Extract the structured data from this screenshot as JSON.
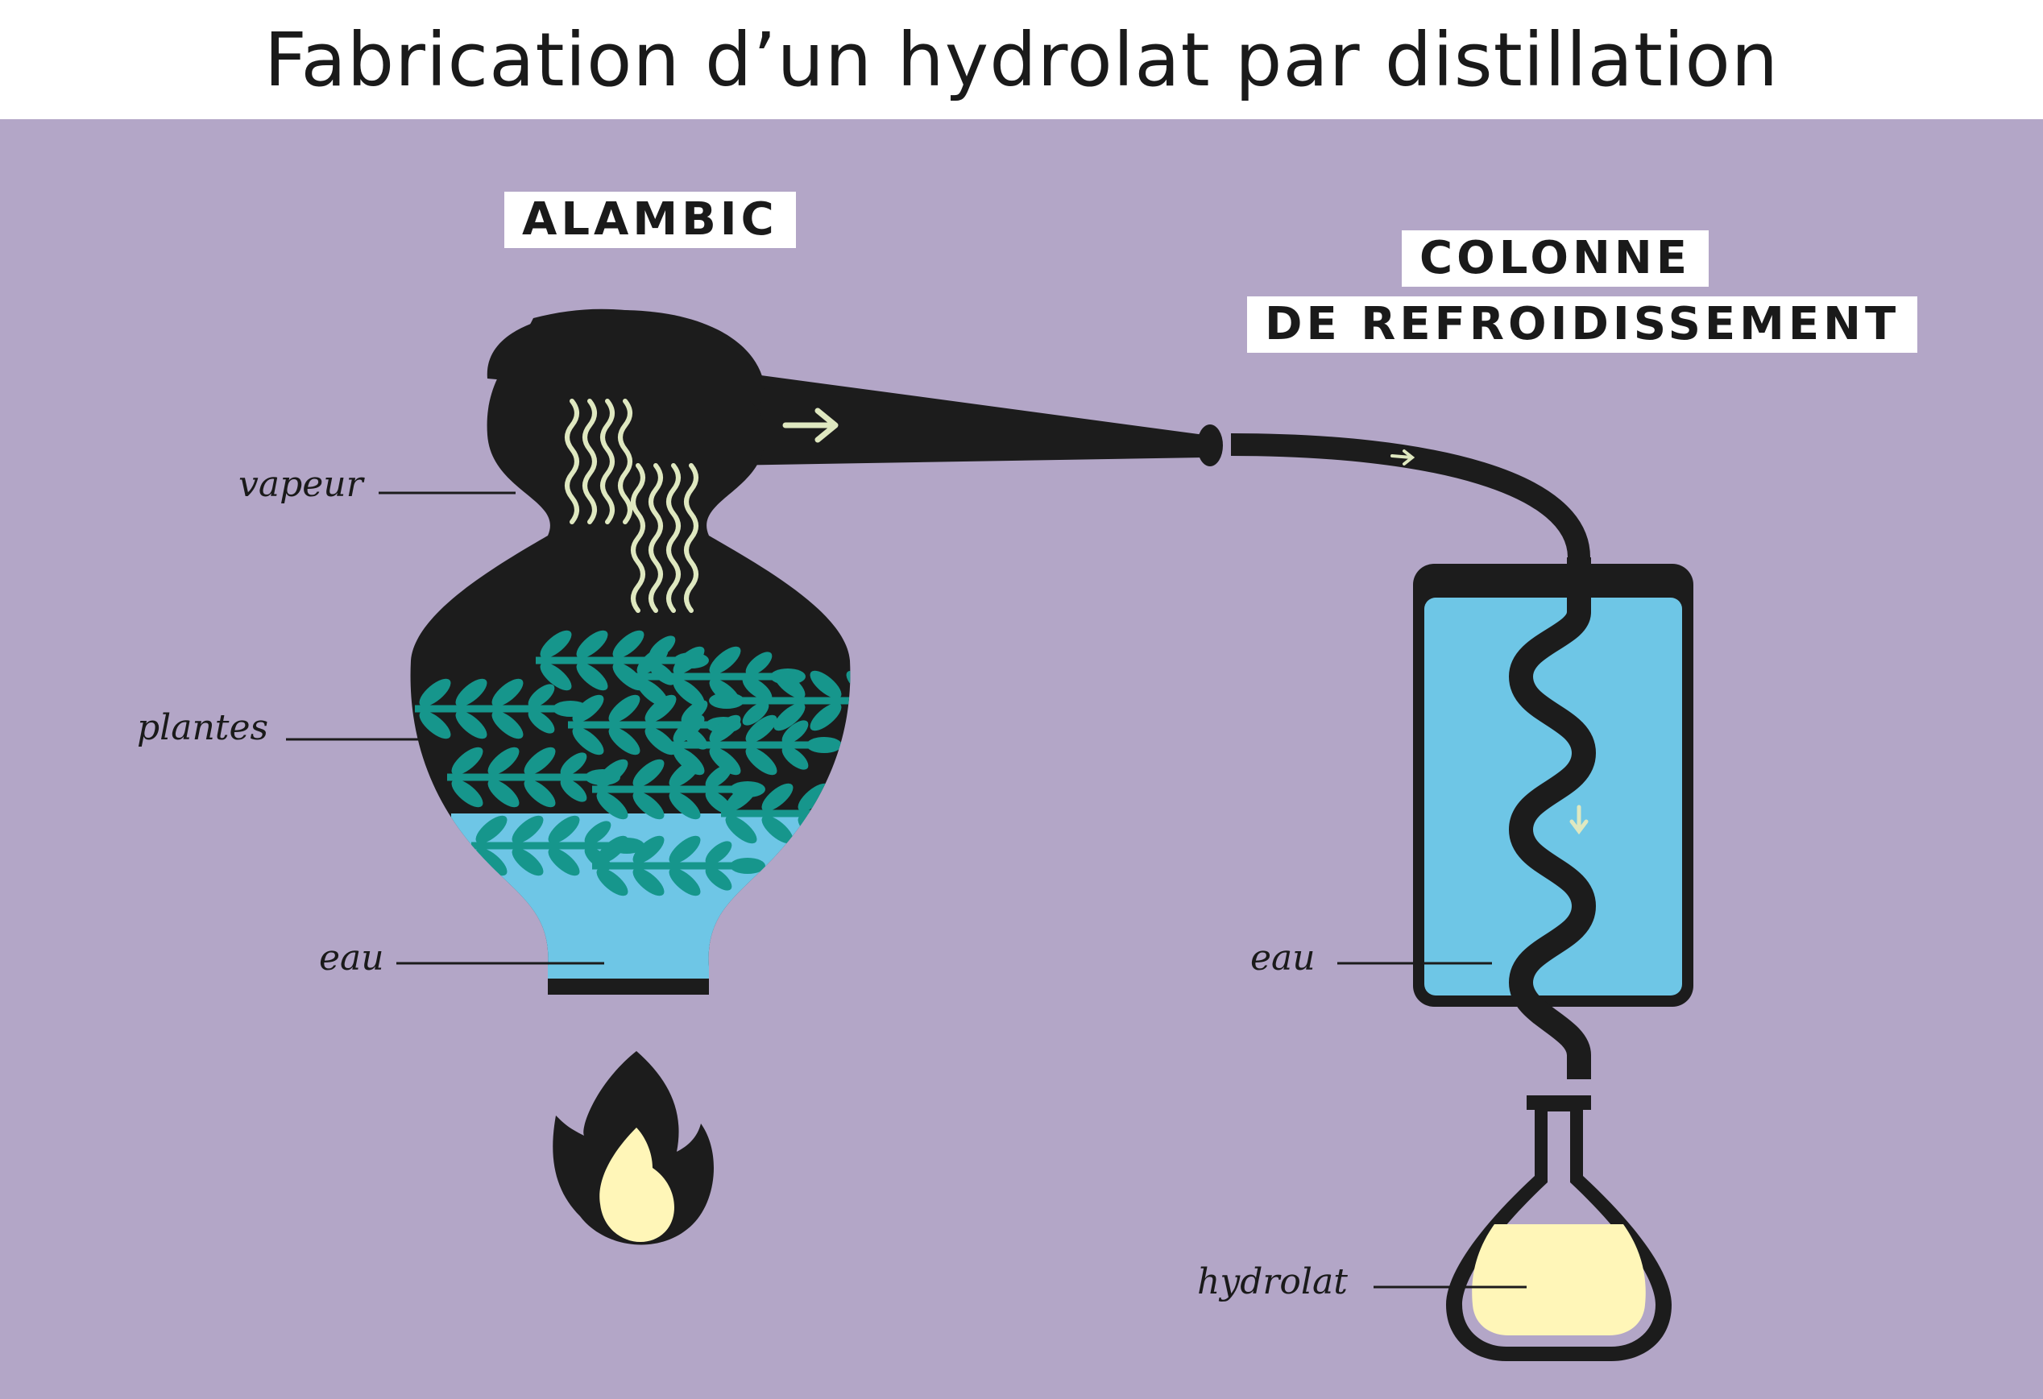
{
  "title": "Fabrication d’un hydrolat par distillation",
  "headings": {
    "alambic": "ALAMBIC",
    "colonne_line1": "COLONNE",
    "colonne_line2": "DE REFROIDISSEMENT"
  },
  "labels": {
    "vapeur": "vapeur",
    "plantes": "plantes",
    "eau_alambic": "eau",
    "eau_colonne": "eau",
    "hydrolat": "hydrolat"
  },
  "icons": [
    "flame-icon",
    "leaf-sprig-icon",
    "steam-wave-icon",
    "arrow-right-icon",
    "arrow-down-icon"
  ],
  "colors": {
    "background": "#b3a6c7",
    "apparatus": "#1c1c1c",
    "water": "#6ec6e6",
    "leaves": "#16968c",
    "steam": "#dfe8c0",
    "flame": "#fff6b8",
    "hydrolat": "#fff6b8"
  }
}
